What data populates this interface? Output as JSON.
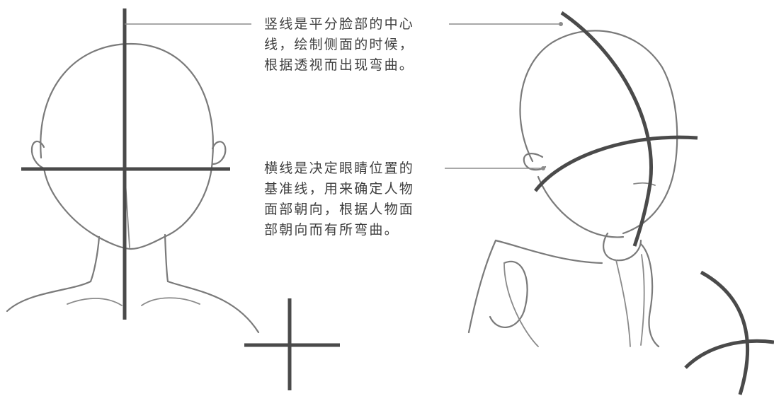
{
  "annotations": [
    {
      "lines": [
        "竖线是平分脸部的中心",
        "线，绘制侧面的时候，",
        "根据透视而出现弯曲。"
      ]
    },
    {
      "lines": [
        "横线是决定眼睛位置的",
        "基准线，用来确定人物",
        "面部朝向，根据人物面",
        "部朝向而有所弯曲。"
      ]
    }
  ],
  "colors": {
    "sketch": "#7a7a7a",
    "guide": "#4a4a4a",
    "leader": "#8c8c8c",
    "text": "#3e3e3e"
  }
}
